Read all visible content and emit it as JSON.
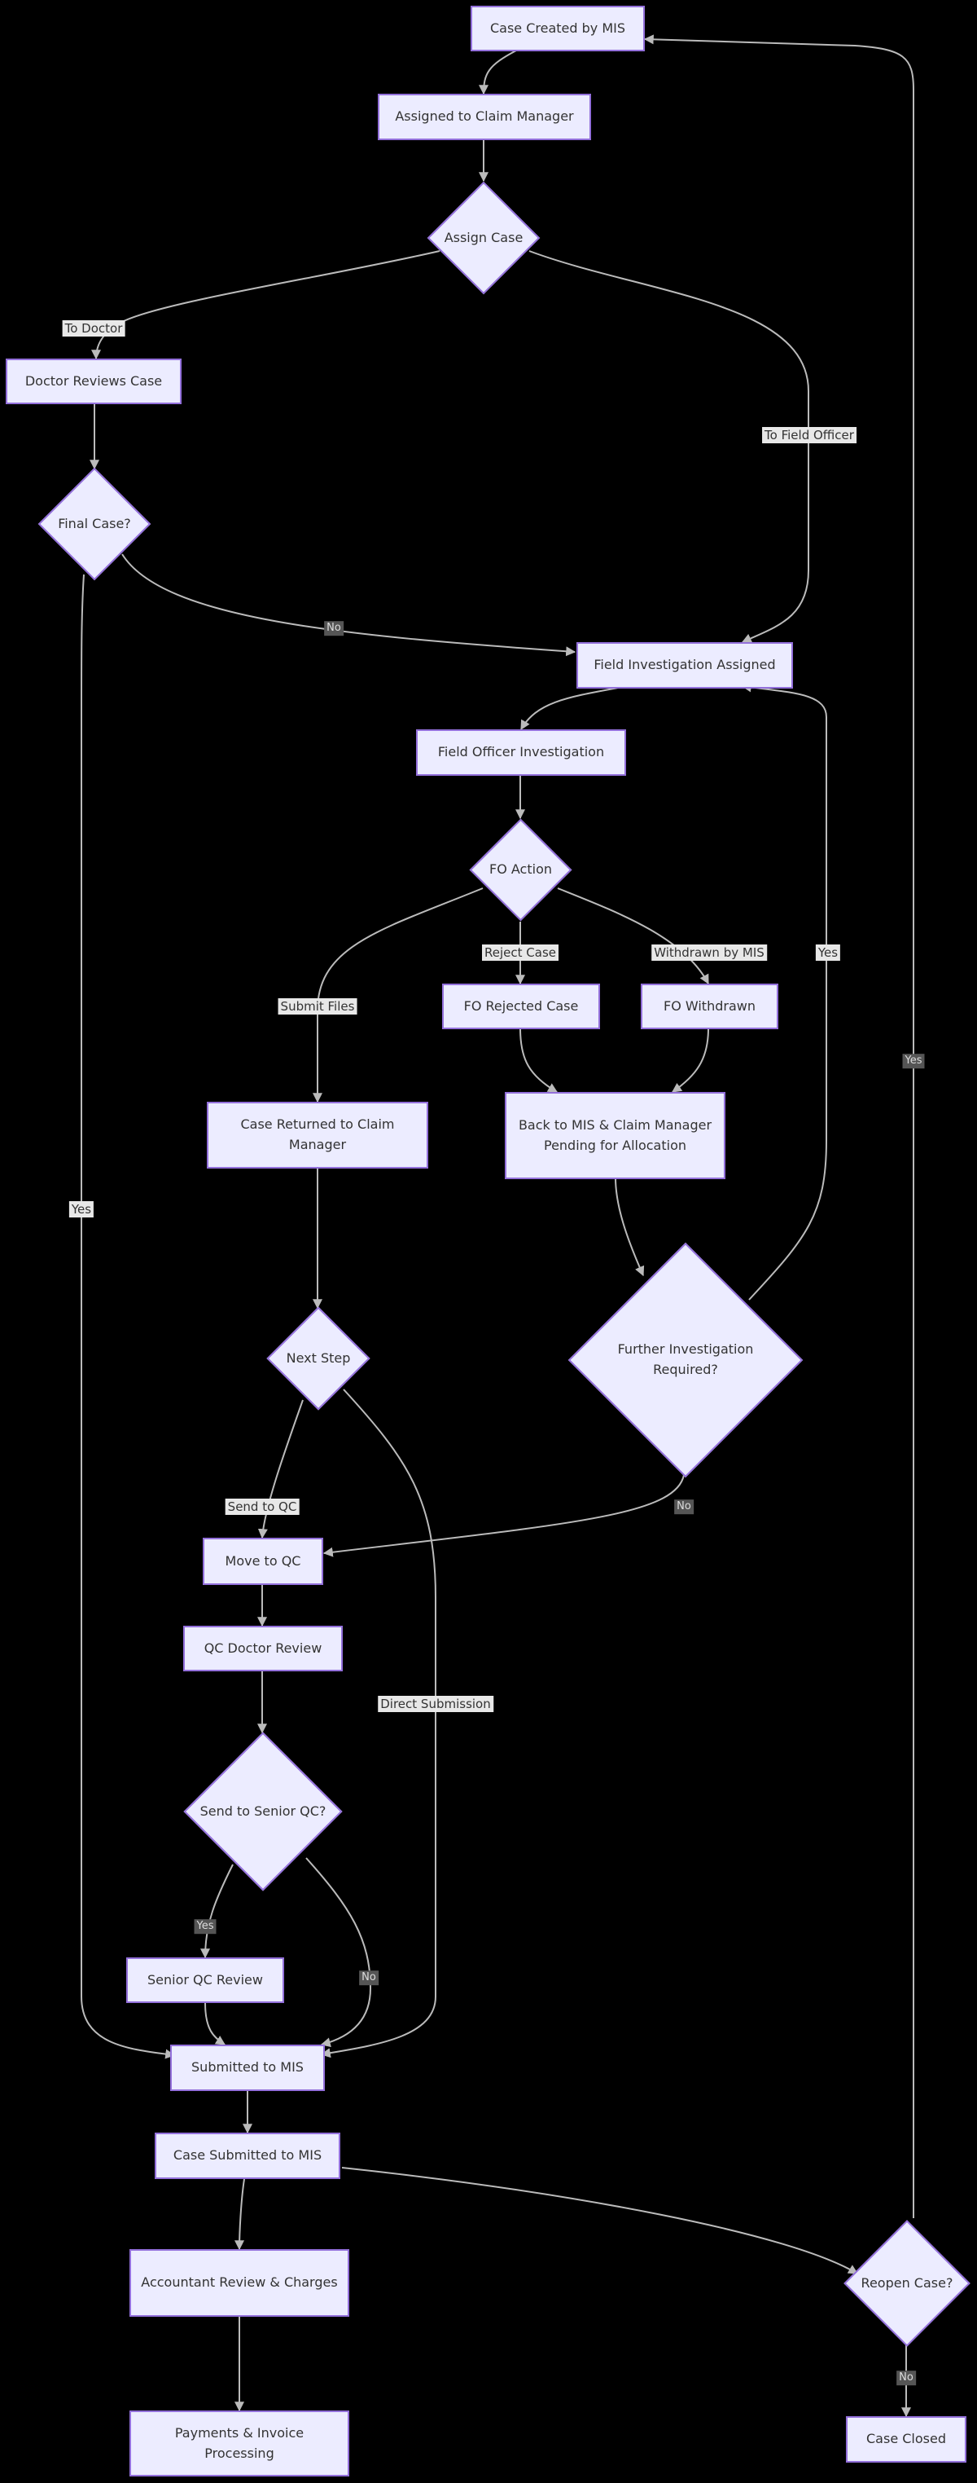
{
  "diagram": {
    "nodes": {
      "case_created": "Case Created by MIS",
      "assigned_cm": "Assigned to Claim Manager",
      "assign_case": "Assign Case",
      "doctor_reviews": "Doctor Reviews Case",
      "final_case": "Final Case?",
      "fi_assigned": "Field Investigation Assigned",
      "fo_investigation": "Field Officer Investigation",
      "fo_action": "FO Action",
      "fo_rejected": "FO Rejected Case",
      "fo_withdrawn": "FO Withdrawn",
      "back_to_mis": "Back to MIS & Claim Manager\nPending for Allocation",
      "case_returned": "Case Returned to Claim Manager",
      "further_inv": "Further Investigation Required?",
      "next_step": "Next Step",
      "move_qc": "Move to QC",
      "qc_doctor": "QC Doctor Review",
      "send_senior": "Send to Senior QC?",
      "senior_qc": "Senior QC Review",
      "submitted_mis": "Submitted to MIS",
      "case_submitted": "Case Submitted to MIS",
      "accountant": "Accountant Review & Charges",
      "payments": "Payments & Invoice Processing",
      "reopen": "Reopen Case?",
      "case_closed": "Case Closed"
    },
    "edge_labels": {
      "to_doctor": "To Doctor",
      "to_field_officer": "To Field Officer",
      "final_no": "No",
      "final_yes": "Yes",
      "reject_case": "Reject Case",
      "withdrawn_by_mis": "Withdrawn by MIS",
      "submit_files": "Submit Files",
      "further_yes": "Yes",
      "further_no": "No",
      "send_to_qc": "Send to QC",
      "direct_submission": "Direct Submission",
      "senior_yes": "Yes",
      "senior_no": "No",
      "reopen_yes": "Yes",
      "reopen_no": "No"
    }
  }
}
